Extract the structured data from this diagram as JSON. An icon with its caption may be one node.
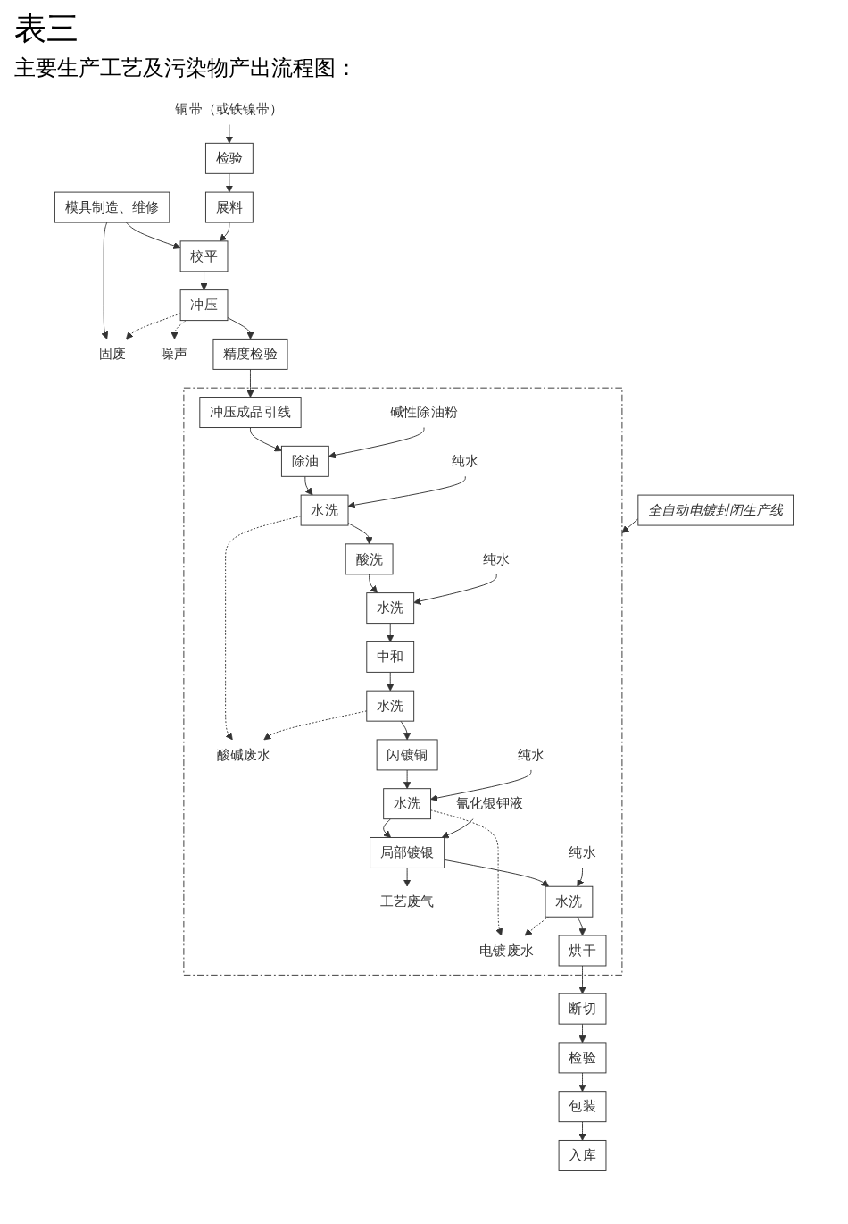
{
  "diagram": {
    "title": "表三",
    "nodes": [
      {
        "text": [
          "模具制造、维修"
        ]
      },
      {
        "text": [
          "固废"
        ]
      },
      {
        "text": [
          "噪声"
        ]
      },
      {
        "text": [
          "铜带（或铁镍带）"
        ]
      },
      {
        "text": [
          "检验"
        ]
      },
      {
        "text": [
          "展料"
        ]
      },
      {
        "text": [
          "校平"
        ]
      },
      {
        "text": [
          "冲压"
        ]
      },
      {
        "text": [
          "精度检验"
        ]
      },
      {
        "text": [],
        "shape": "box"
      },
      {
        "text": [
          "纯水"
        ],
        "in": 9
      },
      {
        "text": [
          "纯水"
        ],
        "in": 9
      },
      {
        "text": [
          "碱性除油粉"
        ],
        "in": 9
      },
      {
        "text": [
          "水洗"
        ],
        "in": 9
      },
      {
        "text": [
          "酸洗"
        ],
        "in": 9
      },
      {
        "text": [
          "水洗"
        ],
        "in": 9
      },
      {
        "text": [
          "除油"
        ],
        "in": 9
      },
      {
        "text": [
          "冲压成品引线"
        ],
        "in": 9
      },
      {
        "text": [
          "酸碱废水"
        ],
        "in": 9
      },
      {
        "text": [
          "电镀废水"
        ],
        "in": 9
      },
      {
        "text": [
          "工艺废气"
        ],
        "in": 9
      },
      {
        "text": [
          "中和"
        ],
        "in": 9
      },
      {
        "text": [
          "水洗"
        ],
        "in": 9
      },
      {
        "text": [
          "闪镀铜"
        ],
        "in": 9
      },
      {
        "text": [
          "水洗"
        ],
        "in": 9
      },
      {
        "text": [
          "局部镀银"
        ],
        "in": 9
      },
      {
        "text": [
          "水洗"
        ],
        "in": 9
      },
      {
        "text": [
          "烘干"
        ],
        "in": 9
      },
      {
        "text": [
          "纯水"
        ],
        "in": 9
      },
      {
        "text": [
          "氰化银钾液"
        ],
        "in": 9
      },
      {
        "text": [
          "纯水"
        ],
        "in": 9
      },
      {
        "text": [
          "全自动电镀封闭生产线"
        ]
      },
      {
        "text": [
          "入库"
        ]
      },
      {
        "text": [
          "包装"
        ]
      },
      {
        "text": [
          "检验"
        ]
      },
      {
        "text": [
          "断切"
        ]
      }
    ],
    "edges": [
      {
        "from": 0,
        "to": 6,
        "arrow": "to"
      },
      {
        "from": 0,
        "to": 1,
        "arrow": "to"
      },
      {
        "from": 7,
        "to": 1,
        "arrow": "to",
        "style": "dashed"
      },
      {
        "from": 7,
        "to": 2,
        "arrow": "to",
        "style": "dashed"
      },
      {
        "from": 3,
        "to": 4,
        "arrow": "to"
      },
      {
        "from": 4,
        "to": 5,
        "arrow": "to"
      },
      {
        "from": 5,
        "to": 6,
        "arrow": "to"
      },
      {
        "from": 6,
        "to": 7,
        "arrow": "to"
      },
      {
        "from": 7,
        "to": 8,
        "arrow": "to"
      },
      {
        "from": 8,
        "to": 17,
        "arrow": "to"
      },
      {
        "from": 17,
        "to": 16,
        "arrow": "to"
      },
      {
        "from": 12,
        "to": 16,
        "arrow": "to"
      },
      {
        "from": 16,
        "to": 15,
        "arrow": "to"
      },
      {
        "from": 11,
        "to": 15,
        "arrow": "to"
      },
      {
        "from": 15,
        "to": 14,
        "arrow": "to"
      },
      {
        "from": 14,
        "to": 13,
        "arrow": "to"
      },
      {
        "from": 10,
        "to": 13,
        "arrow": "to"
      },
      {
        "from": 15,
        "to": 18,
        "arrow": "to",
        "style": "dashed"
      },
      {
        "from": 22,
        "to": 18,
        "arrow": "to",
        "style": "dashed"
      },
      {
        "from": 13,
        "to": 21,
        "arrow": "to"
      },
      {
        "from": 21,
        "to": 22,
        "arrow": "to"
      },
      {
        "from": 22,
        "to": 23,
        "arrow": "to"
      },
      {
        "from": 23,
        "to": 24,
        "arrow": "to"
      },
      {
        "from": 28,
        "to": 24,
        "arrow": "to"
      },
      {
        "from": 24,
        "to": 19,
        "arrow": "to",
        "style": "dashed"
      },
      {
        "from": 24,
        "to": 25,
        "arrow": "to"
      },
      {
        "from": 29,
        "to": 25,
        "arrow": "to"
      },
      {
        "from": 25,
        "to": 20,
        "arrow": "to"
      },
      {
        "from": 25,
        "to": 26,
        "arrow": "to"
      },
      {
        "from": 30,
        "to": 26,
        "arrow": "to"
      },
      {
        "from": 26,
        "to": 19,
        "arrow": "to",
        "style": "dashed"
      },
      {
        "from": 26,
        "to": 27,
        "arrow": "to"
      },
      {
        "from": 31,
        "to": 9,
        "arrow": "to"
      },
      {
        "from": 27,
        "to": 35,
        "arrow": "to"
      },
      {
        "from": 35,
        "to": 34,
        "arrow": "to"
      },
      {
        "from": 34,
        "to": 33,
        "arrow": "to"
      },
      {
        "from": 33,
        "to": 32,
        "arrow": "to"
      }
    ],
    "labels": [
      "主要生产工艺及污染物产出流程图："
    ]
  }
}
